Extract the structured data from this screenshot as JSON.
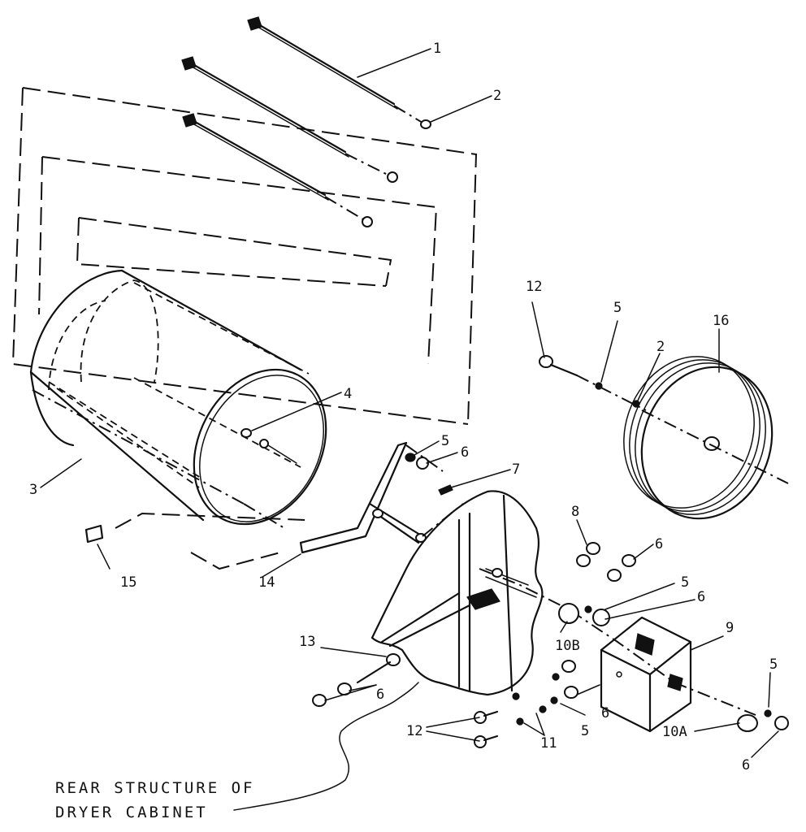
{
  "callouts": {
    "c1": "1",
    "c2a": "2",
    "c2b": "2",
    "c3": "3",
    "c4": "4",
    "c5a": "5",
    "c5b": "5",
    "c5c": "5",
    "c5d": "5",
    "c5e": "5",
    "c6a": "6",
    "c6b": "6",
    "c6c": "6",
    "c6d": "6",
    "c6e": "6",
    "c6f": "6",
    "c7": "7",
    "c8": "8",
    "c9": "9",
    "c10a": "10A",
    "c10b": "10B",
    "c11": "11",
    "c12a": "12",
    "c12b": "12",
    "c13": "13",
    "c14": "14",
    "c15": "15",
    "c16": "16"
  },
  "caption": {
    "line1": "REAR STRUCTURE OF",
    "line2": "DRYER CABINET"
  }
}
